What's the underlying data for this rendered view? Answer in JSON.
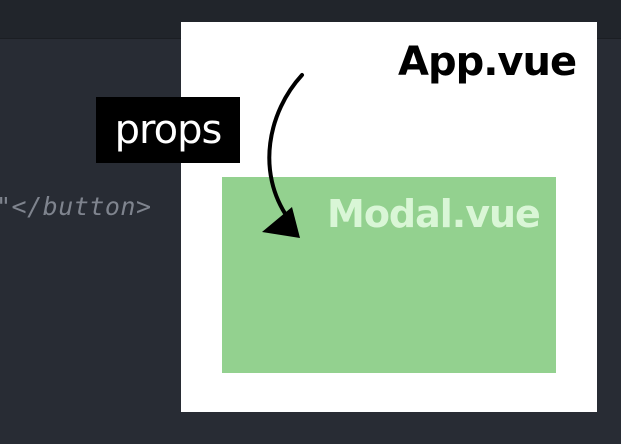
{
  "code_line": "\"</button>",
  "diagram": {
    "parent_label": "App.vue",
    "child_label": "Modal.vue",
    "flow_label": "props"
  }
}
